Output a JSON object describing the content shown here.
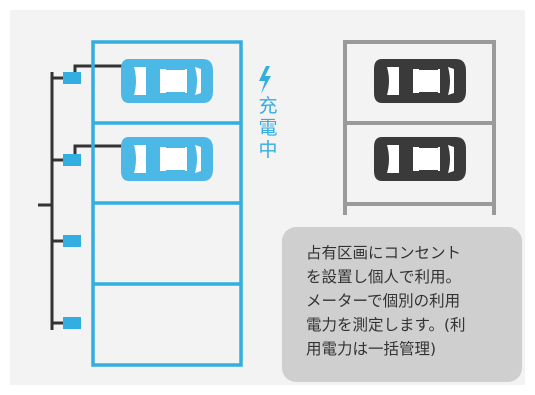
{
  "charging": {
    "chars": [
      "充",
      "電",
      "中"
    ]
  },
  "note": {
    "lines": [
      "占有区画にコンセント",
      "を設置し個人で利用。",
      "メーターで個別の利用",
      "電力を測定します。(利",
      "用電力は一括管理)"
    ]
  },
  "colors": {
    "accent": "#33aee0",
    "car_ev": "#4cb8e6",
    "car_regular": "#3a3a3a",
    "rack_regular": "#9a9a9a",
    "wiring": "#333333",
    "note_bg": "#cfcfcf"
  },
  "icons": [
    "lightning-bolt-icon",
    "ev-car-icon",
    "car-icon",
    "power-outlet-icon"
  ]
}
